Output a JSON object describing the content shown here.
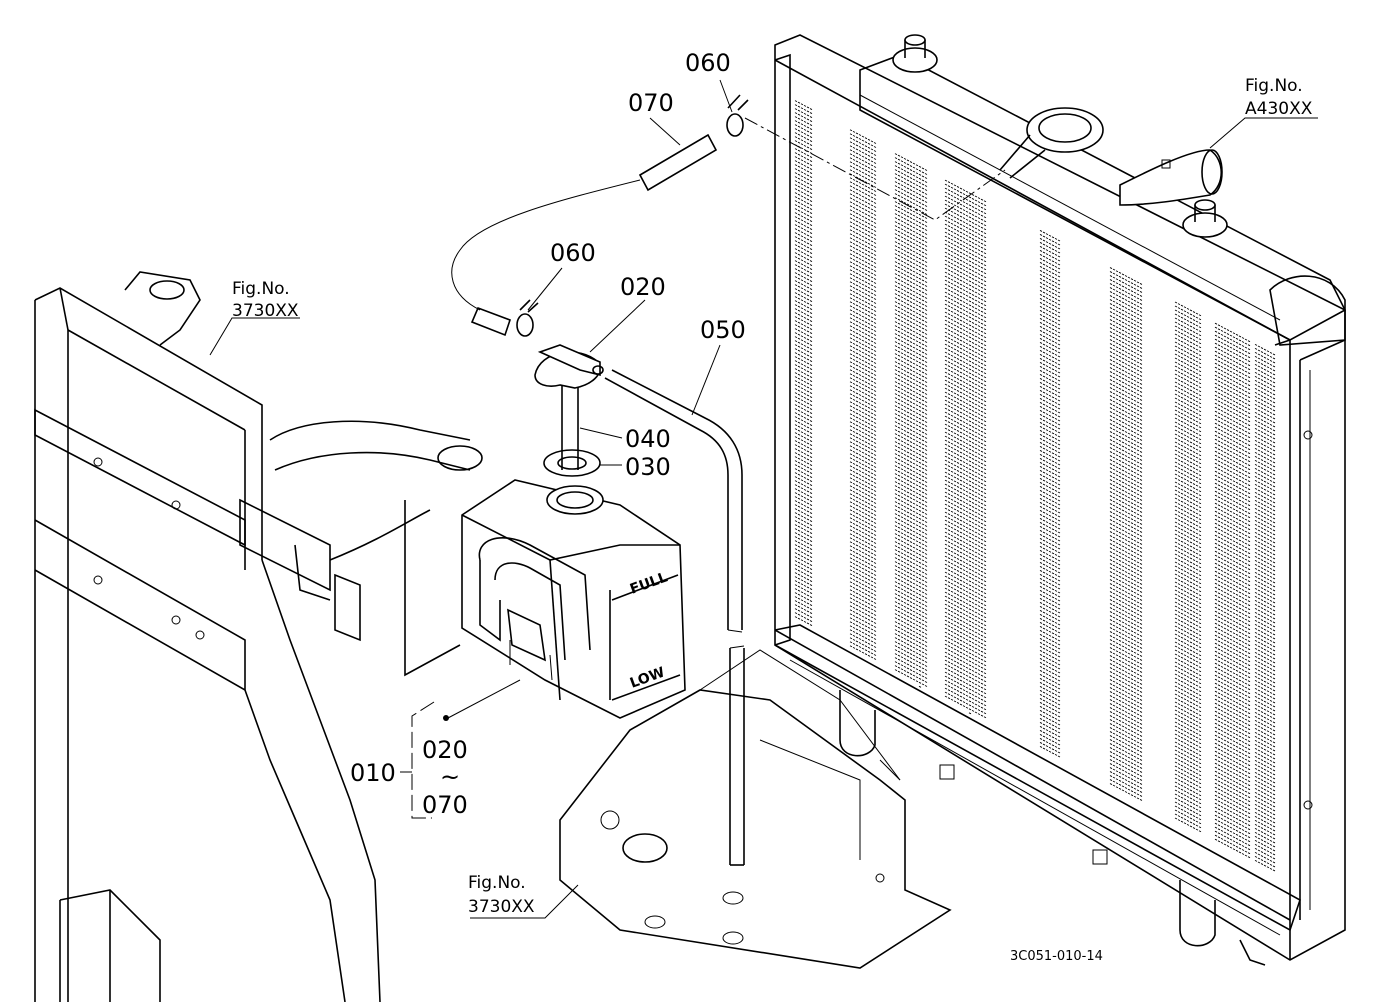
{
  "callouts": {
    "c010": "010",
    "c020a": "020",
    "c020b": "020",
    "c030": "030",
    "c040": "040",
    "c050": "050",
    "c060a": "060",
    "c060b": "060",
    "c070a": "070",
    "c070b": "070",
    "tilde": "~"
  },
  "figure_refs": {
    "left_label": "Fig.No.",
    "left_number": "3730XX",
    "bottom_label": "Fig.No.",
    "bottom_number": "3730XX",
    "right_label": "Fig.No.",
    "right_number": "A430XX"
  },
  "tank_markings": {
    "full": "FULL",
    "low": "LOW"
  },
  "drawing_code": "3C051-010-14"
}
